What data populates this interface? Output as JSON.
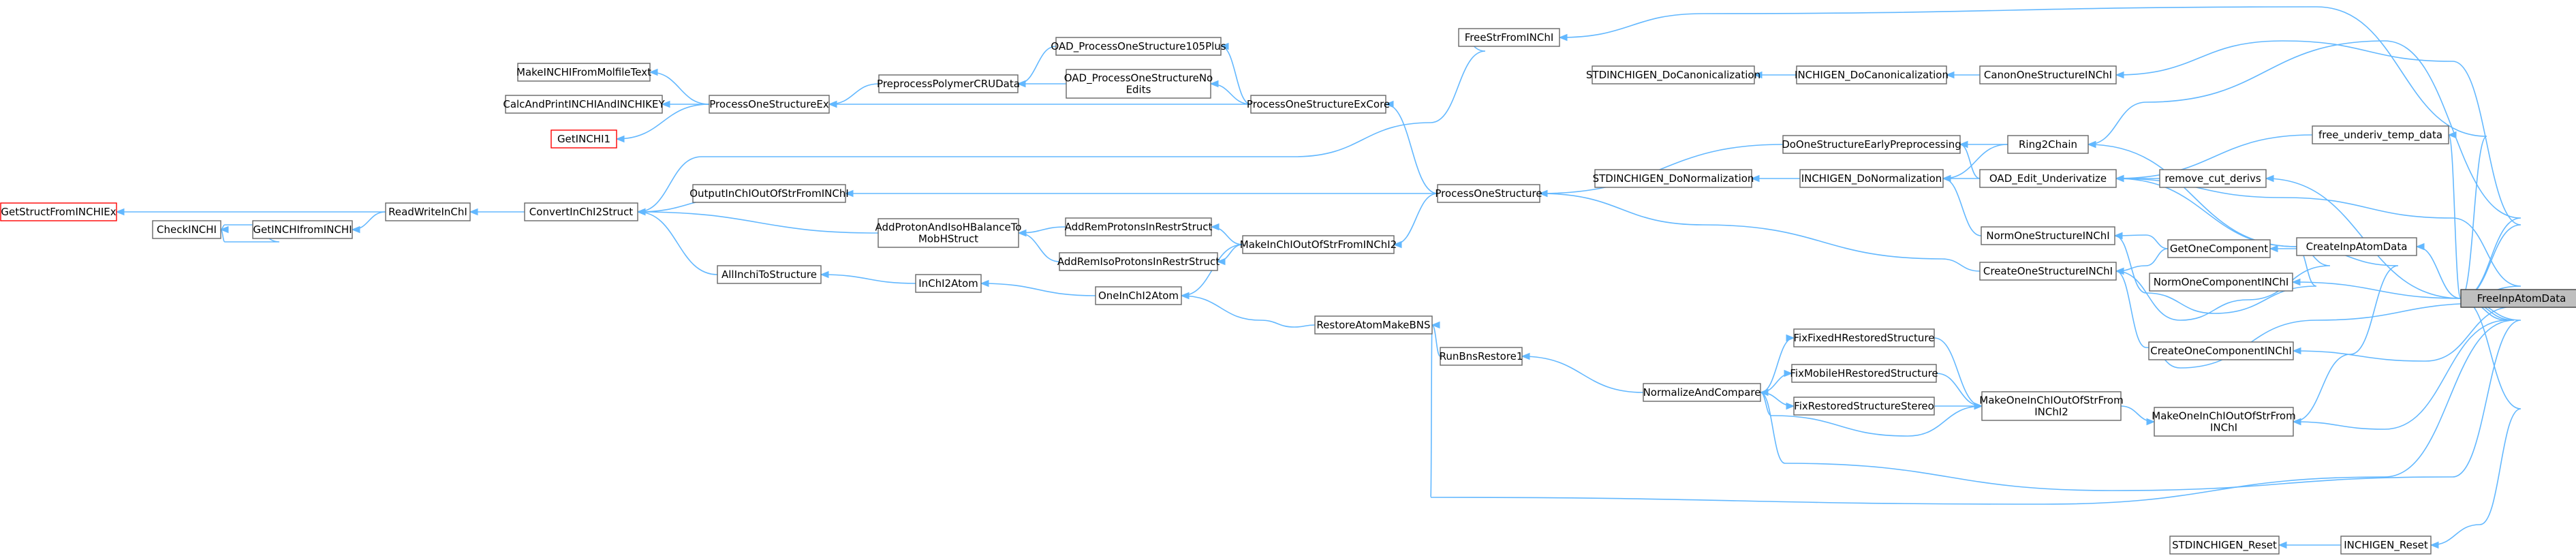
{
  "graph": {
    "root": "FreeInpAtomData",
    "nodes": [
      {
        "id": "FreeInpAtomData",
        "label": "FreeInpAtomData",
        "style": "root"
      },
      {
        "id": "FreeStrFromINChI",
        "label": "FreeStrFromINChI"
      },
      {
        "id": "CanonOneStructureINChI",
        "label": "CanonOneStructureINChI"
      },
      {
        "id": "CreateInpAtomData",
        "label": "CreateInpAtomData"
      },
      {
        "id": "CreateOneComponentINChI",
        "label": "CreateOneComponentINChI"
      },
      {
        "id": "CreateOneStructureINChI",
        "label": "CreateOneStructureINChI"
      },
      {
        "id": "free_underiv_temp_data",
        "label": "free_underiv_temp_data"
      },
      {
        "id": "INCHIGEN_Reset",
        "label": "INCHIGEN_Reset"
      },
      {
        "id": "MakeOneInChIOutOfStrFromINChI",
        "label": "MakeOneInChIOutOfStrFrom\nINChI"
      },
      {
        "id": "NormOneComponentINChI",
        "label": "NormOneComponentINChI"
      },
      {
        "id": "remove_cut_derivs",
        "label": "remove_cut_derivs"
      },
      {
        "id": "RestoreAtomMakeBNS",
        "label": "RestoreAtomMakeBNS"
      },
      {
        "id": "GetOneComponent",
        "label": "GetOneComponent"
      },
      {
        "id": "NormOneStructureINChI",
        "label": "NormOneStructureINChI"
      },
      {
        "id": "OAD_Edit_Underivatize",
        "label": "OAD_Edit_Underivatize"
      },
      {
        "id": "Ring2Chain",
        "label": "Ring2Chain"
      },
      {
        "id": "STDINCHIGEN_Reset",
        "label": "STDINCHIGEN_Reset"
      },
      {
        "id": "INCHIGEN_DoCanonicalization",
        "label": "INCHIGEN_DoCanonicalization"
      },
      {
        "id": "STDINCHIGEN_DoCanonicalization",
        "label": "STDINCHIGEN_DoCanonicalization"
      },
      {
        "id": "DoOneStructureEarlyPreprocessing",
        "label": "DoOneStructureEarlyPreprocessing"
      },
      {
        "id": "INCHIGEN_DoNormalization",
        "label": "INCHIGEN_DoNormalization"
      },
      {
        "id": "STDINCHIGEN_DoNormalization",
        "label": "STDINCHIGEN_DoNormalization"
      },
      {
        "id": "ProcessOneStructure",
        "label": "ProcessOneStructure"
      },
      {
        "id": "ProcessOneStructureExCore",
        "label": "ProcessOneStructureExCore"
      },
      {
        "id": "MakeInChIOutOfStrFromINChI2",
        "label": "MakeInChIOutOfStrFromINChI2"
      },
      {
        "id": "OAD_ProcessOneStructure105Plus",
        "label": "OAD_ProcessOneStructure105Plus"
      },
      {
        "id": "OAD_ProcessOneStructureNoEdits",
        "label": "OAD_ProcessOneStructureNo\nEdits"
      },
      {
        "id": "ProcessOneStructureEx",
        "label": "ProcessOneStructureEx"
      },
      {
        "id": "PreprocessPolymerCRUData",
        "label": "PreprocessPolymerCRUData"
      },
      {
        "id": "MakeINCHIFromMolfileText",
        "label": "MakeINCHIFromMolfileText"
      },
      {
        "id": "CalcAndPrintINCHIAndINCHIKEY",
        "label": "CalcAndPrintINCHIAndINCHIKEY"
      },
      {
        "id": "GetINCHI1",
        "label": "GetINCHI1",
        "style": "leafred"
      },
      {
        "id": "AddRemProtonsInRestrStruct",
        "label": "AddRemProtonsInRestrStruct"
      },
      {
        "id": "AddRemIsoProtonsInRestrStruct",
        "label": "AddRemIsoProtonsInRestrStruct"
      },
      {
        "id": "OneInChI2Atom",
        "label": "OneInChI2Atom"
      },
      {
        "id": "AddProtonAndIsoHBalanceToMobHStruct",
        "label": "AddProtonAndIsoHBalanceTo\nMobHStruct"
      },
      {
        "id": "InChI2Atom",
        "label": "InChI2Atom"
      },
      {
        "id": "AllInchiToStructure",
        "label": "AllInchiToStructure"
      },
      {
        "id": "ConvertInChI2Struct",
        "label": "ConvertInChI2Struct"
      },
      {
        "id": "OutputInChIOutOfStrFromINChI",
        "label": "OutputInChIOutOfStrFromINChI"
      },
      {
        "id": "ReadWriteInChI",
        "label": "ReadWriteInChI"
      },
      {
        "id": "GetINCHIfromINCHI",
        "label": "GetINCHIfromINCHI"
      },
      {
        "id": "CheckINCHI",
        "label": "CheckINCHI"
      },
      {
        "id": "GetStructFromINCHIEx",
        "label": "GetStructFromINCHIEx",
        "style": "leafred"
      },
      {
        "id": "RunBnsRestore1",
        "label": "RunBnsRestore1"
      },
      {
        "id": "NormalizeAndCompare",
        "label": "NormalizeAndCompare"
      },
      {
        "id": "FixFixedHRestoredStructure",
        "label": "FixFixedHRestoredStructure"
      },
      {
        "id": "FixMobileHRestoredStructure",
        "label": "FixMobileHRestoredStructure"
      },
      {
        "id": "FixRestoredStructureStereo",
        "label": "FixRestoredStructureStereo"
      },
      {
        "id": "MakeOneInChIOutOfStrFromINChI2",
        "label": "MakeOneInChIOutOfStrFrom\nINChI2"
      }
    ],
    "edges": [
      [
        "FreeStrFromINChI",
        "FreeInpAtomData"
      ],
      [
        "CanonOneStructureINChI",
        "FreeInpAtomData"
      ],
      [
        "CreateInpAtomData",
        "FreeInpAtomData"
      ],
      [
        "CreateOneComponentINChI",
        "FreeInpAtomData"
      ],
      [
        "CreateOneStructureINChI",
        "FreeInpAtomData"
      ],
      [
        "free_underiv_temp_data",
        "FreeInpAtomData"
      ],
      [
        "INCHIGEN_Reset",
        "FreeInpAtomData"
      ],
      [
        "MakeOneInChIOutOfStrFromINChI",
        "FreeInpAtomData"
      ],
      [
        "NormOneComponentINChI",
        "FreeInpAtomData"
      ],
      [
        "remove_cut_derivs",
        "FreeInpAtomData"
      ],
      [
        "RestoreAtomMakeBNS",
        "FreeInpAtomData"
      ],
      [
        "NormalizeAndCompare",
        "FreeInpAtomData"
      ],
      [
        "Ring2Chain",
        "FreeInpAtomData"
      ],
      [
        "OAD_Edit_Underivatize",
        "FreeInpAtomData"
      ],
      [
        "GetOneComponent",
        "CreateInpAtomData"
      ],
      [
        "NormOneStructureINChI",
        "CreateInpAtomData"
      ],
      [
        "OAD_Edit_Underivatize",
        "CreateInpAtomData"
      ],
      [
        "Ring2Chain",
        "CreateInpAtomData"
      ],
      [
        "CreateOneStructureINChI",
        "CreateInpAtomData"
      ],
      [
        "MakeOneInChIOutOfStrFromINChI",
        "CreateInpAtomData"
      ],
      [
        "OAD_Edit_Underivatize",
        "free_underiv_temp_data"
      ],
      [
        "OAD_Edit_Underivatize",
        "remove_cut_derivs"
      ],
      [
        "STDINCHIGEN_Reset",
        "INCHIGEN_Reset"
      ],
      [
        "INCHIGEN_DoCanonicalization",
        "CanonOneStructureINChI"
      ],
      [
        "STDINCHIGEN_DoCanonicalization",
        "INCHIGEN_DoCanonicalization"
      ],
      [
        "DoOneStructureEarlyPreprocessing",
        "Ring2Chain"
      ],
      [
        "DoOneStructureEarlyPreprocessing",
        "OAD_Edit_Underivatize"
      ],
      [
        "INCHIGEN_DoNormalization",
        "OAD_Edit_Underivatize"
      ],
      [
        "INCHIGEN_DoNormalization",
        "Ring2Chain"
      ],
      [
        "INCHIGEN_DoNormalization",
        "NormOneStructureINChI"
      ],
      [
        "STDINCHIGEN_DoNormalization",
        "INCHIGEN_DoNormalization"
      ],
      [
        "NormOneStructureINChI",
        "GetOneComponent"
      ],
      [
        "CreateOneStructureINChI",
        "GetOneComponent"
      ],
      [
        "ProcessOneStructure",
        "DoOneStructureEarlyPreprocessing"
      ],
      [
        "ProcessOneStructure",
        "CreateOneStructureINChI"
      ],
      [
        "ProcessOneStructureExCore",
        "ProcessOneStructure"
      ],
      [
        "MakeInChIOutOfStrFromINChI2",
        "ProcessOneStructure"
      ],
      [
        "OAD_ProcessOneStructure105Plus",
        "ProcessOneStructureExCore"
      ],
      [
        "OAD_ProcessOneStructureNoEdits",
        "ProcessOneStructureExCore"
      ],
      [
        "ProcessOneStructureEx",
        "ProcessOneStructureExCore"
      ],
      [
        "PreprocessPolymerCRUData",
        "OAD_ProcessOneStructure105Plus"
      ],
      [
        "PreprocessPolymerCRUData",
        "OAD_ProcessOneStructureNoEdits"
      ],
      [
        "ProcessOneStructureEx",
        "PreprocessPolymerCRUData"
      ],
      [
        "MakeINCHIFromMolfileText",
        "ProcessOneStructureEx"
      ],
      [
        "CalcAndPrintINCHIAndINCHIKEY",
        "ProcessOneStructureEx"
      ],
      [
        "GetINCHI1",
        "ProcessOneStructureEx"
      ],
      [
        "AddRemProtonsInRestrStruct",
        "MakeInChIOutOfStrFromINChI2"
      ],
      [
        "AddRemIsoProtonsInRestrStruct",
        "MakeInChIOutOfStrFromINChI2"
      ],
      [
        "OneInChI2Atom",
        "MakeInChIOutOfStrFromINChI2"
      ],
      [
        "AddProtonAndIsoHBalanceToMobHStruct",
        "AddRemProtonsInRestrStruct"
      ],
      [
        "AddProtonAndIsoHBalanceToMobHStruct",
        "AddRemIsoProtonsInRestrStruct"
      ],
      [
        "OneInChI2Atom",
        "RestoreAtomMakeBNS"
      ],
      [
        "InChI2Atom",
        "OneInChI2Atom"
      ],
      [
        "AllInchiToStructure",
        "InChI2Atom"
      ],
      [
        "ConvertInChI2Struct",
        "AllInchiToStructure"
      ],
      [
        "ConvertInChI2Struct",
        "AddProtonAndIsoHBalanceToMobHStruct"
      ],
      [
        "ConvertInChI2Struct",
        "OutputInChIOutOfStrFromINChI"
      ],
      [
        "ConvertInChI2Struct",
        "FreeStrFromINChI"
      ],
      [
        "OutputInChIOutOfStrFromINChI",
        "ProcessOneStructure"
      ],
      [
        "ReadWriteInChI",
        "ConvertInChI2Struct"
      ],
      [
        "GetINCHIfromINCHI",
        "ReadWriteInChI"
      ],
      [
        "CheckINCHI",
        "GetINCHIfromINCHI"
      ],
      [
        "GetINCHIfromINCHI",
        "CheckINCHI"
      ],
      [
        "GetStructFromINCHIEx",
        "ReadWriteInChI"
      ],
      [
        "RestoreAtomMakeBNS",
        "RunBnsRestore1"
      ],
      [
        "RunBnsRestore1",
        "NormalizeAndCompare"
      ],
      [
        "FixFixedHRestoredStructure",
        "NormalizeAndCompare"
      ],
      [
        "FixMobileHRestoredStructure",
        "NormalizeAndCompare"
      ],
      [
        "FixRestoredStructureStereo",
        "NormalizeAndCompare"
      ],
      [
        "MakeOneInChIOutOfStrFromINChI2",
        "NormalizeAndCompare"
      ],
      [
        "MakeOneInChIOutOfStrFromINChI2",
        "FixFixedHRestoredStructure"
      ],
      [
        "MakeOneInChIOutOfStrFromINChI2",
        "FixMobileHRestoredStructure"
      ],
      [
        "MakeOneInChIOutOfStrFromINChI2",
        "FixRestoredStructureStereo"
      ],
      [
        "MakeOneInChIOutOfStrFromINChI",
        "MakeOneInChIOutOfStrFromINChI2"
      ]
    ]
  }
}
